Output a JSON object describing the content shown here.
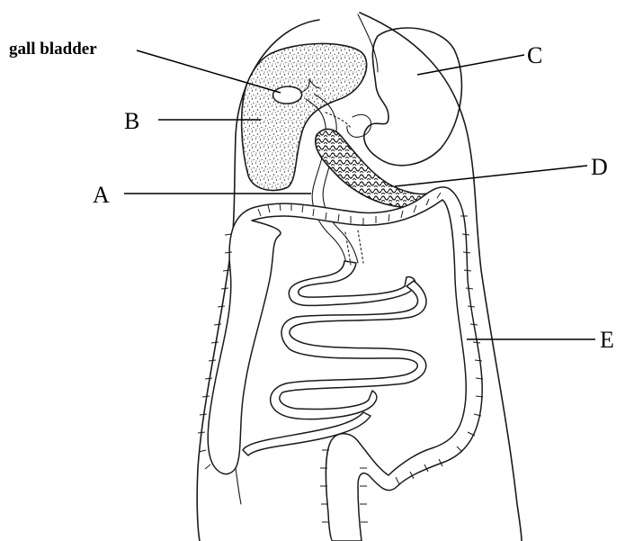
{
  "labels": {
    "gall_bladder": "gall bladder",
    "a": "A",
    "b": "B",
    "c": "C",
    "d": "D",
    "e": "E"
  },
  "colors": {
    "ink": "#1a1a1a",
    "background": "#ffffff"
  }
}
